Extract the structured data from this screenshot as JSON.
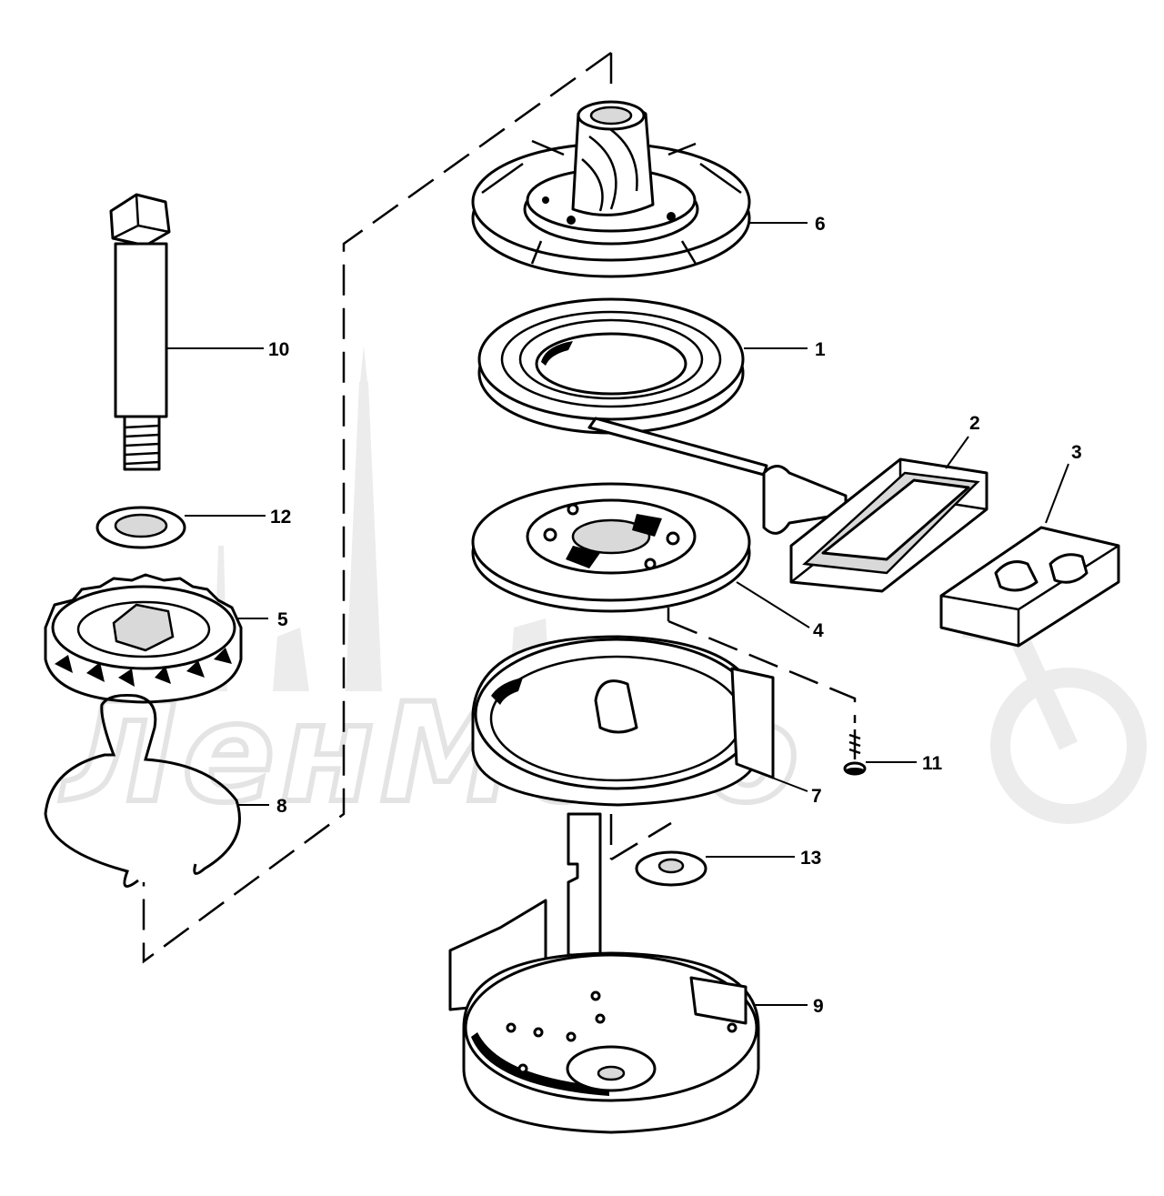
{
  "diagram": {
    "watermark": "ЛенМото",
    "callouts": {
      "c1": "1",
      "c2": "2",
      "c3": "3",
      "c4": "4",
      "c5": "5",
      "c6": "6",
      "c7": "7",
      "c8": "8",
      "c9": "9",
      "c10": "10",
      "c11": "11",
      "c12": "12",
      "c13": "13"
    }
  }
}
